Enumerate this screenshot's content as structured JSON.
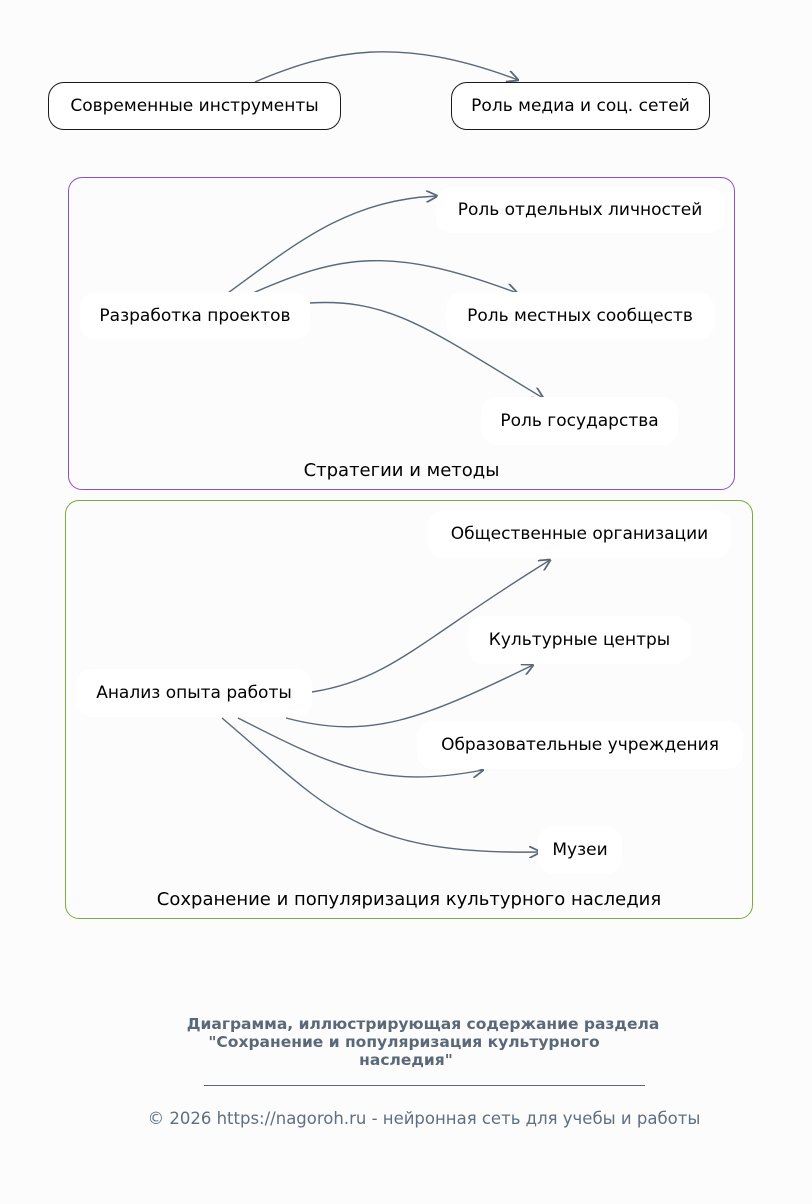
{
  "colors": {
    "background": "#fcfcfc",
    "edge": "#5b6878",
    "cluster_strategies_border": "#8a4fcf",
    "cluster_heritage_border": "#7aad3c",
    "footer_text": "#5a6878"
  },
  "top_nodes": {
    "source": "Современные инструменты",
    "target": "Роль медиа и соц. сетей"
  },
  "cluster_strategies": {
    "label": "Стратегии и методы",
    "source": "Разработка проектов",
    "targets": [
      "Роль отдельных личностей",
      "Роль местных сообществ",
      "Роль государства"
    ]
  },
  "cluster_heritage": {
    "label": "Сохранение и популяризация культурного наследия",
    "source": "Анализ опыта работы",
    "targets": [
      "Общественные организации",
      "Культурные центры",
      "Образовательные учреждения",
      "Музеи"
    ]
  },
  "edges": [
    {
      "from": "Современные инструменты",
      "to": "Роль медиа и соц. сетей"
    },
    {
      "from": "Разработка проектов",
      "to": "Роль отдельных личностей"
    },
    {
      "from": "Разработка проектов",
      "to": "Роль местных сообществ"
    },
    {
      "from": "Разработка проектов",
      "to": "Роль государства"
    },
    {
      "from": "Анализ опыта работы",
      "to": "Общественные организации"
    },
    {
      "from": "Анализ опыта работы",
      "to": "Культурные центры"
    },
    {
      "from": "Анализ опыта работы",
      "to": "Образовательные учреждения"
    },
    {
      "from": "Анализ опыта работы",
      "to": "Музеи"
    }
  ],
  "footer": {
    "title_lines": [
      "Диаграмма, иллюстрирующая содержание раздела",
      "\"Сохранение и популяризация культурного",
      "наследия\""
    ],
    "copyright": "© 2026 https://nagoroh.ru - нейронная сеть для учебы и работы"
  }
}
